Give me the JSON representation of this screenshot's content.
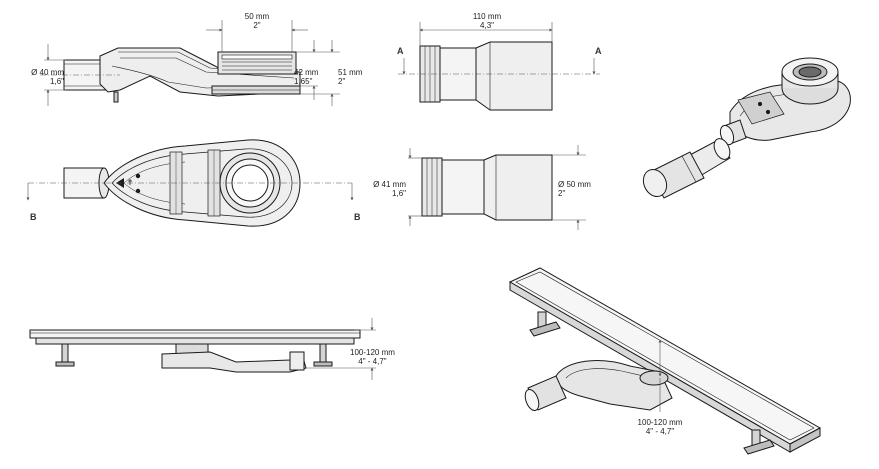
{
  "colors": {
    "line": "#1a1a1a",
    "dim": "#555555",
    "fill": "#f2f2f2",
    "shade": "#d6d6d6",
    "dark": "#444444"
  },
  "dimensions": {
    "top_width": {
      "metric": "50 mm",
      "imperial": "2\""
    },
    "inlet_dia": {
      "metric": "Ø 40 mm",
      "imperial": "1,6\""
    },
    "height_42": {
      "metric": "42 mm",
      "imperial": "1,65\""
    },
    "height_51": {
      "metric": "51 mm",
      "imperial": "2\""
    },
    "pipe_len": {
      "metric": "110 mm",
      "imperial": "4,3\""
    },
    "pipe_dia_41": {
      "metric": "Ø 41 mm",
      "imperial": "1,6\""
    },
    "pipe_dia_50": {
      "metric": "Ø 50 mm",
      "imperial": "2\""
    },
    "install_h_side": {
      "metric": "100-120 mm",
      "imperial": "4\" - 4,7\""
    },
    "install_h_iso": {
      "metric": "100-120 mm",
      "imperial": "4\" - 4,7\""
    }
  },
  "sections": {
    "a_left": "A",
    "a_right": "A",
    "b_left": "B",
    "b_right": "B"
  }
}
